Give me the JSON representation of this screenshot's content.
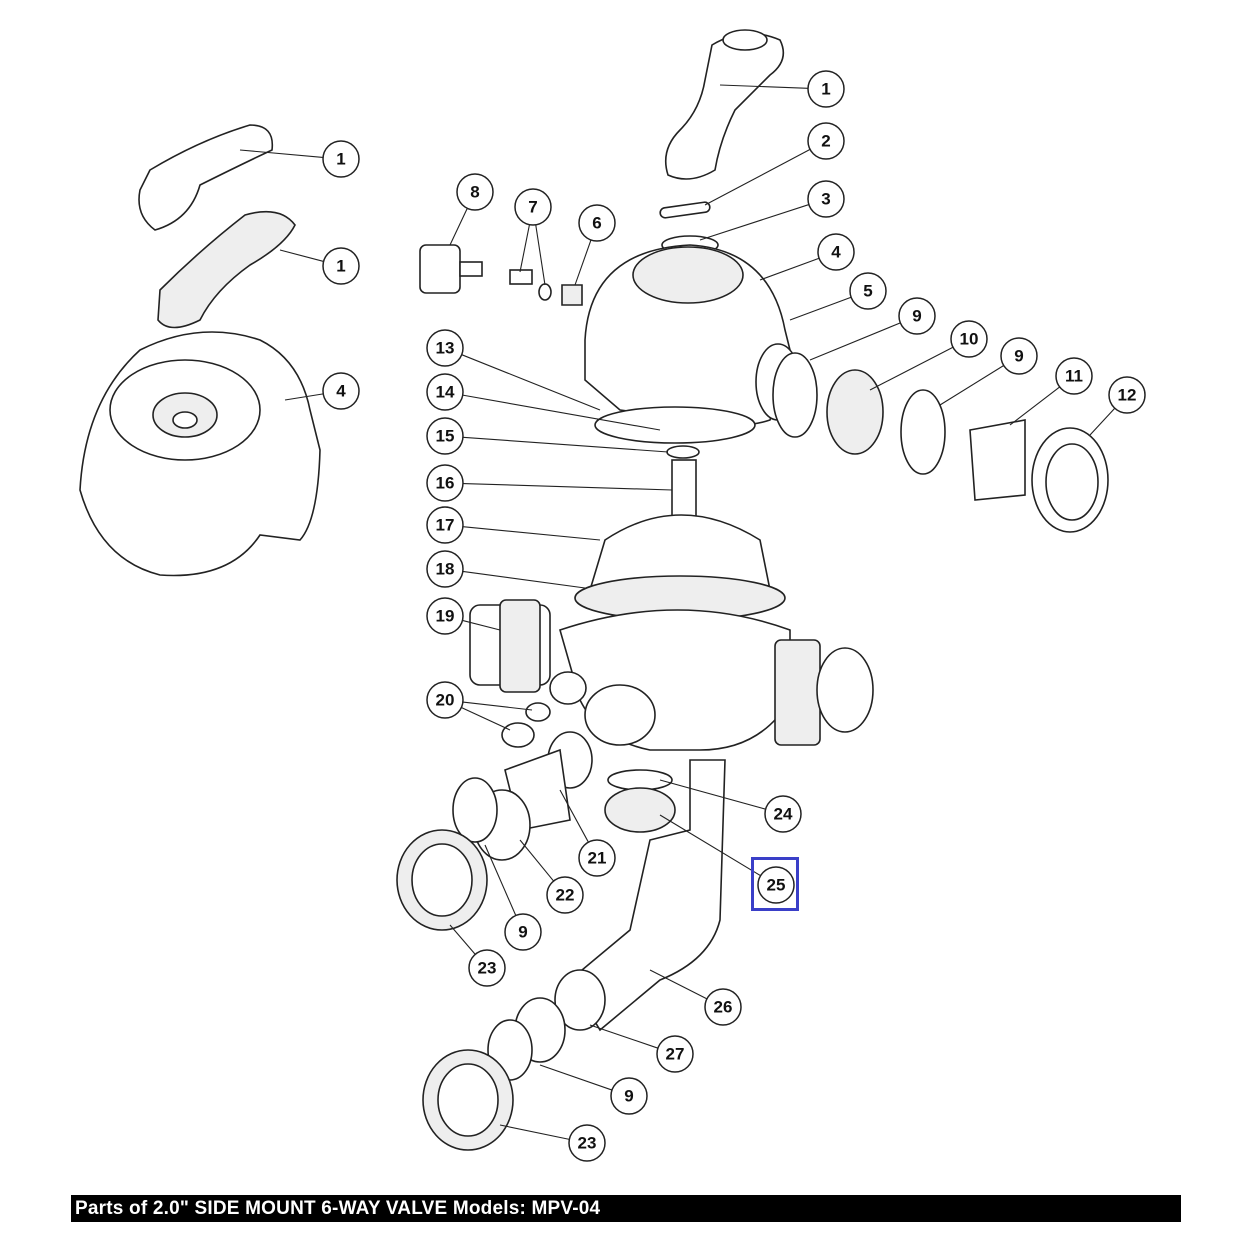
{
  "caption": "Parts of 2.0\" SIDE MOUNT 6-WAY VALVE Models: MPV-04",
  "highlight_color": "#3a3fc8",
  "highlighted_part": "25",
  "callouts": [
    "1",
    "2",
    "3",
    "4",
    "5",
    "9",
    "10",
    "9",
    "11",
    "12",
    "1",
    "1",
    "4",
    "8",
    "7",
    "6",
    "13",
    "14",
    "15",
    "16",
    "17",
    "18",
    "19",
    "20",
    "21",
    "22",
    "9",
    "23",
    "24",
    "25",
    "26",
    "27",
    "9",
    "23"
  ]
}
